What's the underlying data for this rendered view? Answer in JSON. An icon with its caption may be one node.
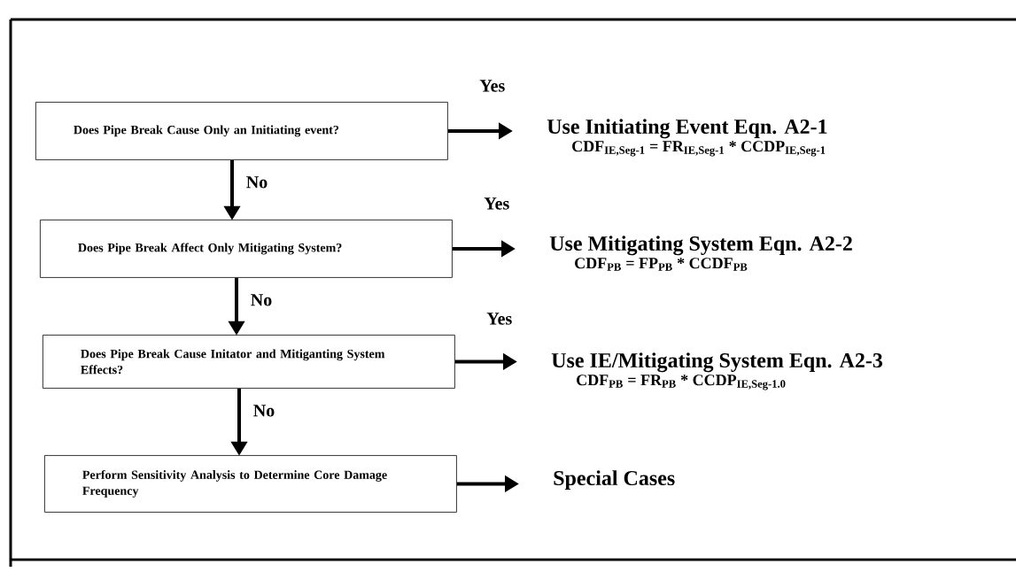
{
  "diagram": {
    "nodes": [
      {
        "text": [
          "Does Pipe Break Cause Only an Initiating event?"
        ]
      },
      {
        "text": [
          "Does Pipe Break Affect Only Mitigating System?"
        ]
      },
      {
        "text": [
          "Does Pipe Break Cause Initator and Mitiganting System Effects?"
        ]
      },
      {
        "text": [
          "Perform Sensitivity Analysis to Determine Core Damage Frequency"
        ]
      },
      {
        "text": [
          "Use Initiating Event Eqn.  A2-1",
          "CDF$_{IE,Seg-1}$ = FR$_{IE,Seg-1}$ * CCDP$_{IE,Seg-1}$"
        ]
      },
      {
        "text": [
          "Use Mitigating System Eqn.  A2-2",
          "CDF$_{PB}$ = FP$_{PB}$ * CCDF$_{PB}$"
        ]
      },
      {
        "text": [
          "Use IE/Mitigating System Eqn.  A2-3",
          "CDF$_{PB}$  =  FR$_{PB}$ * CCDP$_{IE,Seg-1.0}$"
        ]
      },
      {
        "text": [
          "Special Cases"
        ]
      }
    ],
    "edges": [
      {
        "from": 0,
        "to": 4,
        "arrow": "to",
        "label": "Yes"
      },
      {
        "from": 0,
        "to": 1,
        "arrow": "to",
        "label": "No"
      },
      {
        "from": 1,
        "to": 5,
        "arrow": "to",
        "label": "Yes"
      },
      {
        "from": 1,
        "to": 2,
        "arrow": "to",
        "label": "No"
      },
      {
        "from": 2,
        "to": 6,
        "arrow": "to",
        "label": "Yes"
      },
      {
        "from": 2,
        "to": 3,
        "arrow": "to",
        "label": "No"
      },
      {
        "from": 3,
        "to": 7,
        "arrow": "to"
      }
    ]
  }
}
